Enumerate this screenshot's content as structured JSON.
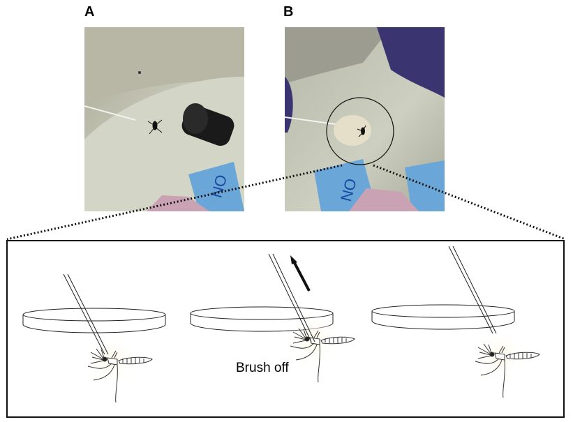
{
  "panels": {
    "a_label": "A",
    "b_label": "B"
  },
  "photo_a": {
    "tag_text": "NO"
  },
  "photo_b": {
    "tag_text": "NO"
  },
  "diagram": {
    "caption": "Brush off"
  },
  "colors": {
    "bench": "#c9cbbb",
    "blue_tag": "#6aa6d8",
    "pink_paper": "#c9a2b4",
    "glove": "#3a3470"
  }
}
